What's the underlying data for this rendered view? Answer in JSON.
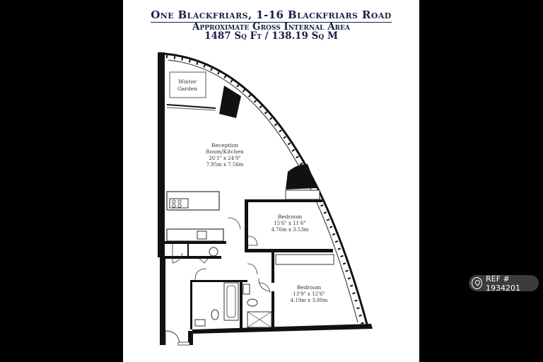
{
  "header": {
    "title": "One Blackfriars, 1-16 Blackfriars Road",
    "subtitle": "Approximate Gross Internal Area",
    "area": "1487 Sq Ft / 138.19 Sq M"
  },
  "rooms": {
    "winter_garden": {
      "line1": "Winter",
      "line2": "Garden"
    },
    "reception": {
      "line1": "Reception",
      "line2": "Room/Kitchen",
      "imperial": "26'1\" x 24'9\"",
      "metric": "7.95m x 7.56m"
    },
    "bedroom1": {
      "name": "Bedroom",
      "imperial": "15'6\" x 11'6\"",
      "metric": "4.76m x 3.53m"
    },
    "bedroom2": {
      "name": "Bedroom",
      "imperial": "13'9\" x 12'6\"",
      "metric": "4.19m x 3.80m"
    }
  },
  "badge": {
    "text": "REF # 1934201",
    "icon": "location-pin-icon"
  }
}
